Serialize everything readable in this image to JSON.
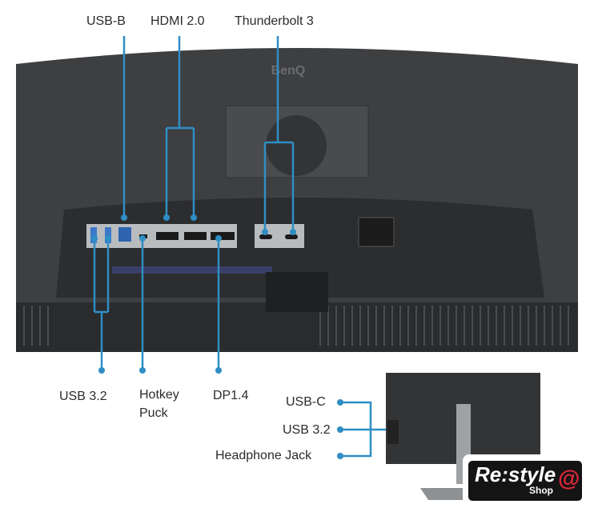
{
  "brand": "BenQ",
  "callouts": {
    "usb_b": "USB-B",
    "hdmi": "HDMI 2.0",
    "thunderbolt": "Thunderbolt 3",
    "usb32_bottom": "USB 3.2",
    "hotkey_line1": "Hotkey",
    "hotkey_line2": "Puck",
    "dp": "DP1.4",
    "usb_c": "USB-C",
    "usb32_side": "USB 3.2",
    "headphone": "Headphone Jack"
  },
  "watermark": {
    "main": "Re:style",
    "sub": "Shop",
    "symbol": "@"
  },
  "colors": {
    "callout": "#2f8ec4",
    "monitor": "#3b3c3e",
    "panel": "#b9bcbf"
  }
}
